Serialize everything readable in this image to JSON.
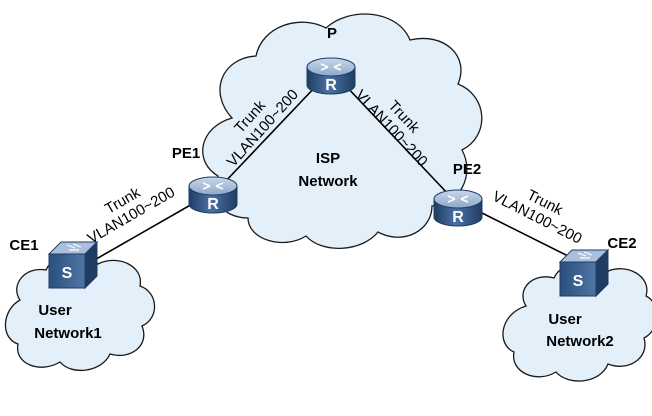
{
  "nodes": {
    "p": {
      "label": "P",
      "icon": "router-icon",
      "glyph": "R"
    },
    "pe1": {
      "label": "PE1",
      "icon": "router-icon",
      "glyph": "R"
    },
    "pe2": {
      "label": "PE2",
      "icon": "router-icon",
      "glyph": "R"
    },
    "ce1": {
      "label": "CE1",
      "icon": "switch-icon",
      "glyph": "S"
    },
    "ce2": {
      "label": "CE2",
      "icon": "switch-icon",
      "glyph": "S"
    }
  },
  "clouds": {
    "isp": {
      "line1": "ISP",
      "line2": "Network"
    },
    "user1": {
      "line1": "User",
      "line2": "Network1"
    },
    "user2": {
      "line1": "User",
      "line2": "Network2"
    }
  },
  "links": {
    "ce1_pe1": {
      "line1": "Trunk",
      "line2": "VLAN100~200"
    },
    "pe1_p": {
      "line1": "Trunk",
      "line2": "VLAN100~200"
    },
    "p_pe2": {
      "line1": "Trunk",
      "line2": "VLAN100~200"
    },
    "pe2_ce2": {
      "line1": "Trunk",
      "line2": "VLAN100~200"
    }
  },
  "colors": {
    "cloud_fill": "#e3f0fa",
    "device_top": "#9fb6d3",
    "device_side": "#345985",
    "device_dark": "#1f3d63"
  }
}
